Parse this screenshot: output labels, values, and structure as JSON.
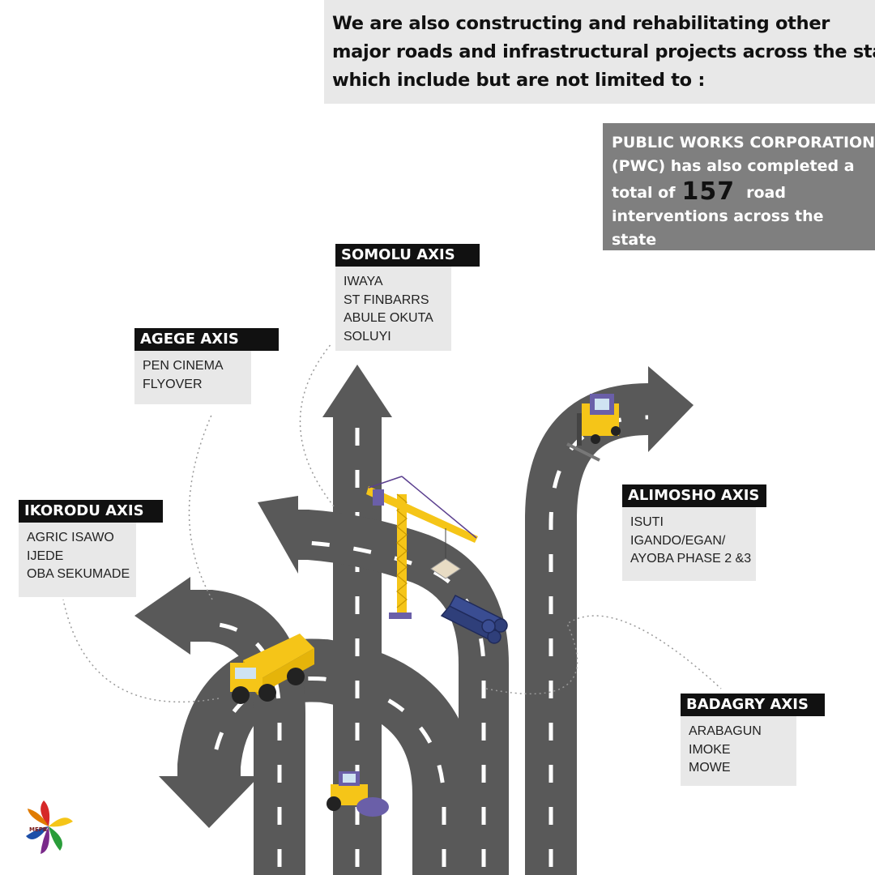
{
  "headline": {
    "lines": [
      "We are also constructing and rehabilitating other",
      "major roads and infrastructural projects across the state",
      "which include but are not limited to :"
    ]
  },
  "pwc": {
    "line1": "PUBLIC WORKS CORPORATION",
    "line2": "(PWC) has also completed a",
    "line3_pre": "total of",
    "count": "157",
    "line3_post": "road",
    "line4": "interventions across the",
    "line5": "state"
  },
  "axes": {
    "somolu": {
      "title": "SOMOLU AXIS",
      "items": [
        "IWAYA",
        "ST FINBARRS",
        "ABULE OKUTA",
        "SOLUYI"
      ]
    },
    "agege": {
      "title": "AGEGE AXIS",
      "items": [
        "PEN CINEMA",
        "FLYOVER"
      ]
    },
    "ikorodu": {
      "title": "IKORODU AXIS",
      "items": [
        "AGRIC ISAWO",
        "IJEDE",
        "OBA SEKUMADE"
      ]
    },
    "alimosho": {
      "title": "ALIMOSHO AXIS",
      "items": [
        "ISUTI",
        "IGANDO/EGAN/",
        "AYOBA PHASE 2 &3"
      ]
    },
    "badagry": {
      "title": "BADAGRY AXIS",
      "items": [
        "ARABAGUN",
        "IMOKE",
        "MOWE"
      ]
    }
  },
  "logo": {
    "text": "MEPB"
  },
  "colors": {
    "road": "#595959",
    "label_bg": "#e8e8e8",
    "title_bg": "#111111",
    "pwc_bg": "#7f7f7f",
    "accent_yellow": "#f5c518"
  },
  "icons": [
    "crane-icon",
    "dump-truck-icon",
    "forklift-icon",
    "road-roller-icon",
    "pipes-icon"
  ]
}
